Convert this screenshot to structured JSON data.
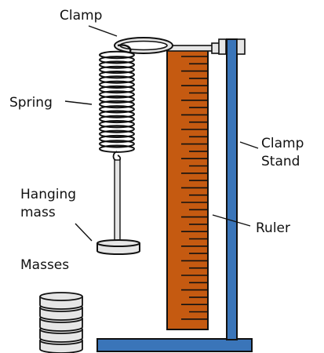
{
  "labels": {
    "clamp": "Clamp",
    "spring": "Spring",
    "clamp_stand_line1": "Clamp",
    "clamp_stand_line2": "Stand",
    "hanging_mass_line1": "Hanging",
    "hanging_mass_line2": "mass",
    "ruler": "Ruler",
    "masses": "Masses"
  },
  "colors": {
    "stand_blue": "#3a75b9",
    "ruler_orange": "#c55a11",
    "mass_grey": "#e6e6e6",
    "outline": "#111111"
  },
  "icons": {
    "ruler": "ruler-icon",
    "spring": "coil-spring-icon",
    "stand": "clamp-stand-icon"
  }
}
